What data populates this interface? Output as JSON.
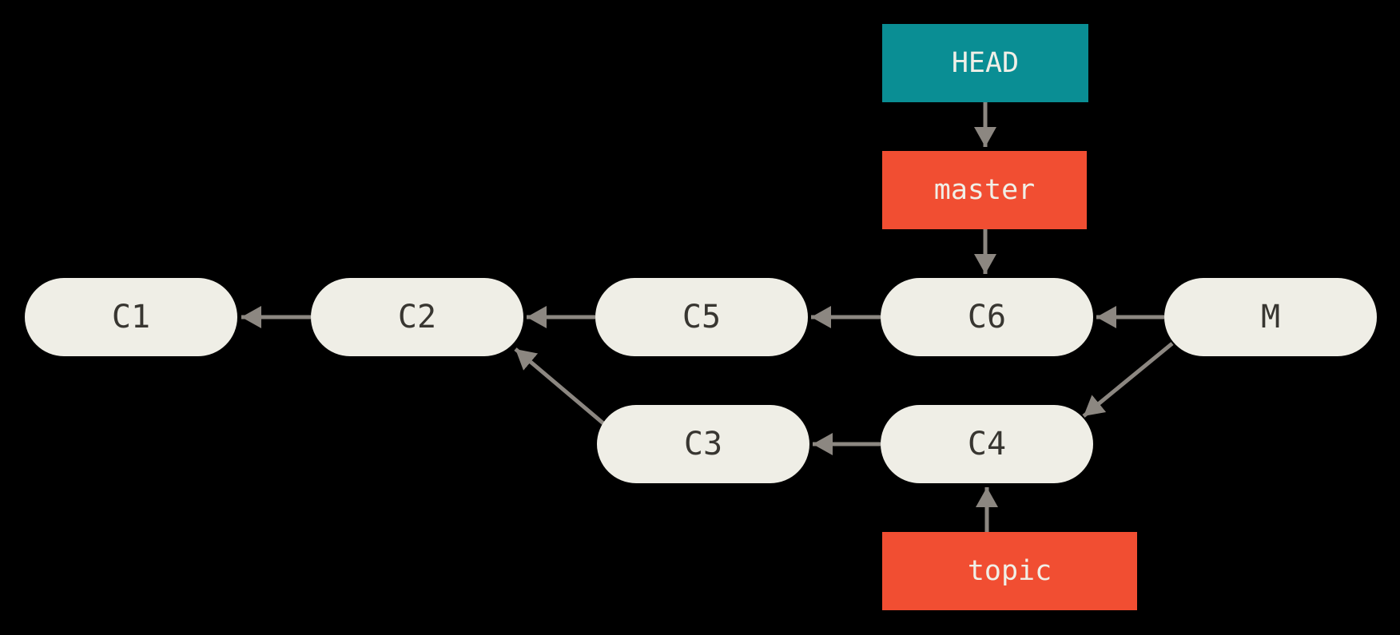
{
  "diagram": {
    "kind": "git-commit-graph",
    "colors": {
      "background": "#000000",
      "commit_fill": "#EFEEE6",
      "commit_text": "#383631",
      "ref_head_fill": "#0A8E94",
      "ref_branch_fill": "#F14E32",
      "ref_text": "#F0EFE7",
      "arrow": "#8C8781"
    },
    "nodes": [
      {
        "id": "C1",
        "label": "C1",
        "kind": "commit"
      },
      {
        "id": "C2",
        "label": "C2",
        "kind": "commit"
      },
      {
        "id": "C5",
        "label": "C5",
        "kind": "commit"
      },
      {
        "id": "C6",
        "label": "C6",
        "kind": "commit"
      },
      {
        "id": "M",
        "label": "M",
        "kind": "commit"
      },
      {
        "id": "C3",
        "label": "C3",
        "kind": "commit"
      },
      {
        "id": "C4",
        "label": "C4",
        "kind": "commit"
      },
      {
        "id": "HEAD",
        "label": "HEAD",
        "kind": "ref-head"
      },
      {
        "id": "master",
        "label": "master",
        "kind": "ref-branch"
      },
      {
        "id": "topic",
        "label": "topic",
        "kind": "ref-branch"
      }
    ],
    "edges": [
      {
        "from": "C2",
        "to": "C1"
      },
      {
        "from": "C5",
        "to": "C2"
      },
      {
        "from": "C6",
        "to": "C5"
      },
      {
        "from": "M",
        "to": "C6"
      },
      {
        "from": "C4",
        "to": "C3"
      },
      {
        "from": "C3",
        "to": "C2"
      },
      {
        "from": "M",
        "to": "C4"
      },
      {
        "from": "HEAD",
        "to": "master"
      },
      {
        "from": "master",
        "to": "C6"
      },
      {
        "from": "topic",
        "to": "C4"
      }
    ]
  }
}
